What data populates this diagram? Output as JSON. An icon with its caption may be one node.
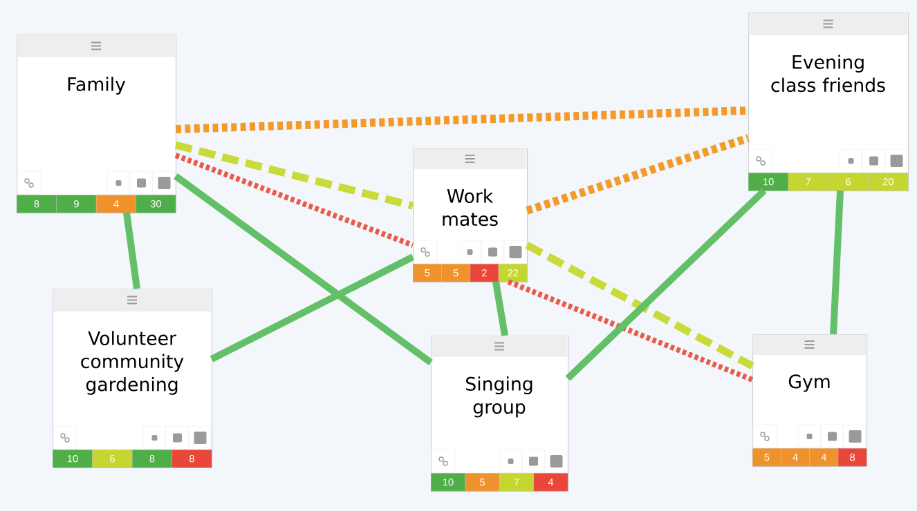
{
  "diagram": {
    "nodes": [
      {
        "text": [
          "Family"
        ]
      },
      {
        "text": [
          "8"
        ],
        "in": 0
      },
      {
        "text": [
          "9"
        ],
        "in": 0
      },
      {
        "text": [
          "4"
        ],
        "in": 0
      },
      {
        "text": [
          "30"
        ],
        "in": 0
      },
      {
        "text": [
          "Evening class friends"
        ]
      },
      {
        "text": [
          "10"
        ],
        "in": 5
      },
      {
        "text": [
          "7"
        ],
        "in": 5
      },
      {
        "text": [
          "6"
        ],
        "in": 5
      },
      {
        "text": [
          "20"
        ],
        "in": 5
      },
      {
        "text": [
          "Work mates"
        ]
      },
      {
        "text": [
          "5"
        ],
        "in": 10
      },
      {
        "text": [
          "5"
        ],
        "in": 10
      },
      {
        "text": [
          "2"
        ],
        "in": 10
      },
      {
        "text": [
          "22"
        ],
        "in": 10
      },
      {
        "text": [
          "Volunteer community gardening"
        ]
      },
      {
        "text": [
          "10"
        ],
        "in": 15
      },
      {
        "text": [
          "6"
        ],
        "in": 15
      },
      {
        "text": [
          "8"
        ],
        "in": 15
      },
      {
        "text": [
          "8"
        ],
        "in": 15
      },
      {
        "text": [
          "Singing group"
        ]
      },
      {
        "text": [
          "10"
        ],
        "in": 20
      },
      {
        "text": [
          "5"
        ],
        "in": 20
      },
      {
        "text": [
          "7"
        ],
        "in": 20
      },
      {
        "text": [
          "4"
        ],
        "in": 20
      },
      {
        "text": [
          "Gym"
        ]
      },
      {
        "text": [
          "5"
        ],
        "in": 25
      },
      {
        "text": [
          "4"
        ],
        "in": 25
      },
      {
        "text": [
          "4"
        ],
        "in": 25
      },
      {
        "text": [
          "8"
        ],
        "in": 25
      }
    ],
    "edges": [
      {
        "from": 0,
        "to": 5,
        "arrow": "none",
        "style": "dashed",
        "color": "#f39a2b"
      },
      {
        "from": 0,
        "to": 10,
        "arrow": "none",
        "style": "dashed",
        "color": "#c9da3a"
      },
      {
        "from": 0,
        "to": 10,
        "arrow": "none",
        "style": "dashed",
        "color": "#ea5a4a"
      },
      {
        "from": 10,
        "to": 25,
        "arrow": "none",
        "style": "dashed",
        "color": "#c9da3a"
      },
      {
        "from": 10,
        "to": 25,
        "arrow": "none",
        "style": "dashed",
        "color": "#ea5a4a"
      },
      {
        "from": 10,
        "to": 5,
        "arrow": "none",
        "style": "dashed",
        "color": "#f39a2b"
      },
      {
        "from": 0,
        "to": 15,
        "arrow": "none"
      },
      {
        "from": 0,
        "to": 20,
        "arrow": "none"
      },
      {
        "from": 15,
        "to": 10,
        "arrow": "none"
      },
      {
        "from": 10,
        "to": 20,
        "arrow": "none"
      },
      {
        "from": 5,
        "to": 20,
        "arrow": "none"
      },
      {
        "from": 5,
        "to": 25,
        "arrow": "none"
      }
    ]
  }
}
